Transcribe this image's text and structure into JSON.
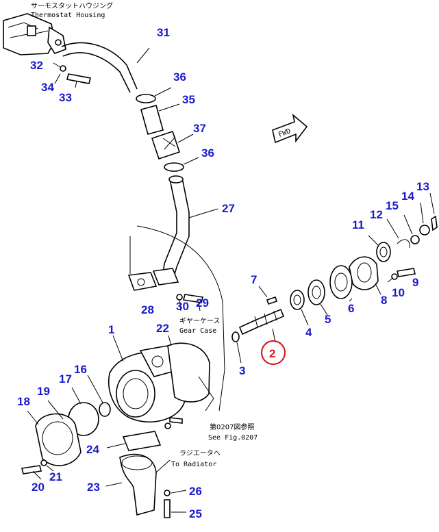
{
  "annotations": {
    "thermostat_jp": "サーモスタットハウジング",
    "thermostat_en": "Thermostat Housing",
    "gearcase_jp": "ギヤーケース",
    "gearcase_en": "Gear Case",
    "fig_jp": "第0207図参照",
    "fig_en": "See Fig.0207",
    "radiator_jp": "ラジエータへ",
    "radiator_en": "To Radiator",
    "fwd": "FWD"
  },
  "callouts": [
    "1",
    "2",
    "3",
    "4",
    "5",
    "6",
    "7",
    "8",
    "9",
    "10",
    "11",
    "12",
    "13",
    "14",
    "15",
    "16",
    "17",
    "18",
    "19",
    "20",
    "21",
    "22",
    "23",
    "24",
    "25",
    "26",
    "27",
    "28",
    "29",
    "30",
    "31",
    "32",
    "33",
    "34",
    "35",
    "36",
    "36",
    "37"
  ],
  "highlight": {
    "label": "2",
    "color": "#d62020"
  },
  "colors": {
    "callout": "#1a1acc",
    "line": "#000000"
  }
}
